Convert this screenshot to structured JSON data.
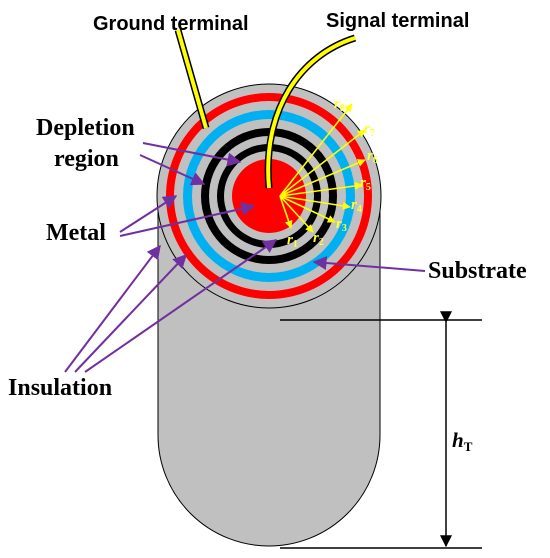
{
  "labels": {
    "ground_terminal": "Ground terminal",
    "signal_terminal": "Signal terminal",
    "depletion_line1": "Depletion",
    "depletion_line2": "region",
    "metal": "Metal",
    "substrate": "Substrate",
    "insulation": "Insulation"
  },
  "radii": [
    {
      "base": "r",
      "sub": "1"
    },
    {
      "base": "r",
      "sub": "2"
    },
    {
      "base": "r",
      "sub": "3"
    },
    {
      "base": "r",
      "sub": "4"
    },
    {
      "base": "r",
      "sub": "5"
    },
    {
      "base": "r",
      "sub": "6"
    },
    {
      "base": "r",
      "sub": "7"
    },
    {
      "base": "r",
      "sub": "8"
    }
  ],
  "height": {
    "base": "h",
    "sub": "T"
  },
  "colors": {
    "metal": "#ff0000",
    "depletion": "#000000",
    "substrate": "#00b0f0",
    "insulation": "#c0c0c0",
    "body": "#c0c0c0",
    "terminal": "#ffff00",
    "arrow": "#7030a0",
    "radius": "#ffff00"
  }
}
